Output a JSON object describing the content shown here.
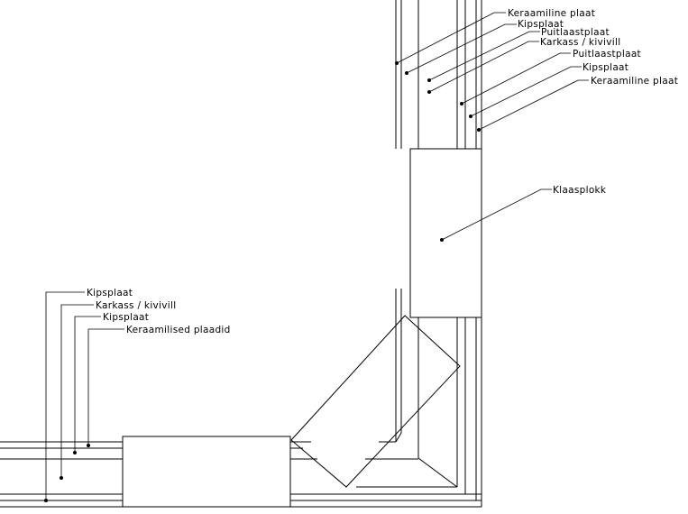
{
  "labels": {
    "right_1": "Keraamiline plaat",
    "right_2": "Kipsplaat",
    "right_3": "Puitlaastplaat",
    "right_4": "Karkass / kivivill",
    "right_5": "Puitlaastplaat",
    "right_6": "Kipsplaat",
    "right_7": "Keraamiline plaat",
    "block": "Klaasplokk",
    "left_1": "Kipsplaat",
    "left_2": "Karkass / kivivill",
    "left_3": "Kipsplaat",
    "left_4": "Keraamilised plaadid"
  }
}
